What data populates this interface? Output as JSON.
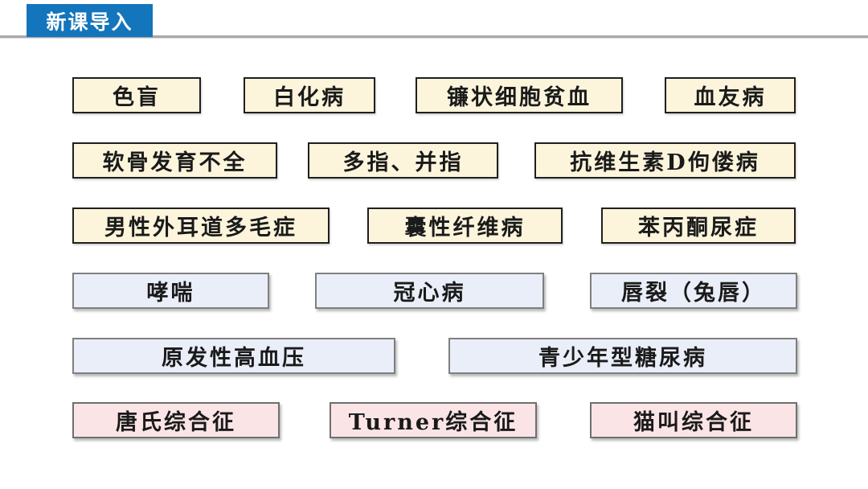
{
  "page": {
    "background": "#ffffff"
  },
  "header": {
    "badge_label": "新课导入",
    "badge_bg": "#1375BC",
    "badge_text_color": "#ffffff",
    "divider_color": "#A9A9A9"
  },
  "categories": {
    "monogenic": {
      "bg": "#FCF5DC",
      "border": "#1F1F1F"
    },
    "multifactorial": {
      "bg": "#EAEEF8",
      "border": "#7F7F7F"
    },
    "chromosomal": {
      "bg": "#FBE4E6",
      "border": "#6F6F6F"
    }
  },
  "rows": [
    {
      "category": "monogenic",
      "boxes": [
        {
          "label": "色盲"
        },
        {
          "label": "白化病"
        },
        {
          "label": "镰状细胞贫血"
        },
        {
          "label": "血友病"
        }
      ]
    },
    {
      "category": "monogenic",
      "boxes": [
        {
          "label": "软骨发育不全"
        },
        {
          "label": "多指、并指"
        },
        {
          "label": "抗维生素D佝偻病"
        }
      ]
    },
    {
      "category": "monogenic",
      "boxes": [
        {
          "label": "男性外耳道多毛症"
        },
        {
          "label": "囊性纤维病"
        },
        {
          "label": "苯丙酮尿症"
        }
      ]
    },
    {
      "category": "multifactorial",
      "boxes": [
        {
          "label": "哮喘"
        },
        {
          "label": "冠心病"
        },
        {
          "label": "唇裂（兔唇）"
        }
      ]
    },
    {
      "category": "multifactorial",
      "boxes": [
        {
          "label": "原发性高血压"
        },
        {
          "label": "青少年型糖尿病"
        }
      ]
    },
    {
      "category": "chromosomal",
      "boxes": [
        {
          "label": "唐氏综合征"
        },
        {
          "label": "Turner综合征"
        },
        {
          "label": "猫叫综合征"
        }
      ]
    }
  ]
}
